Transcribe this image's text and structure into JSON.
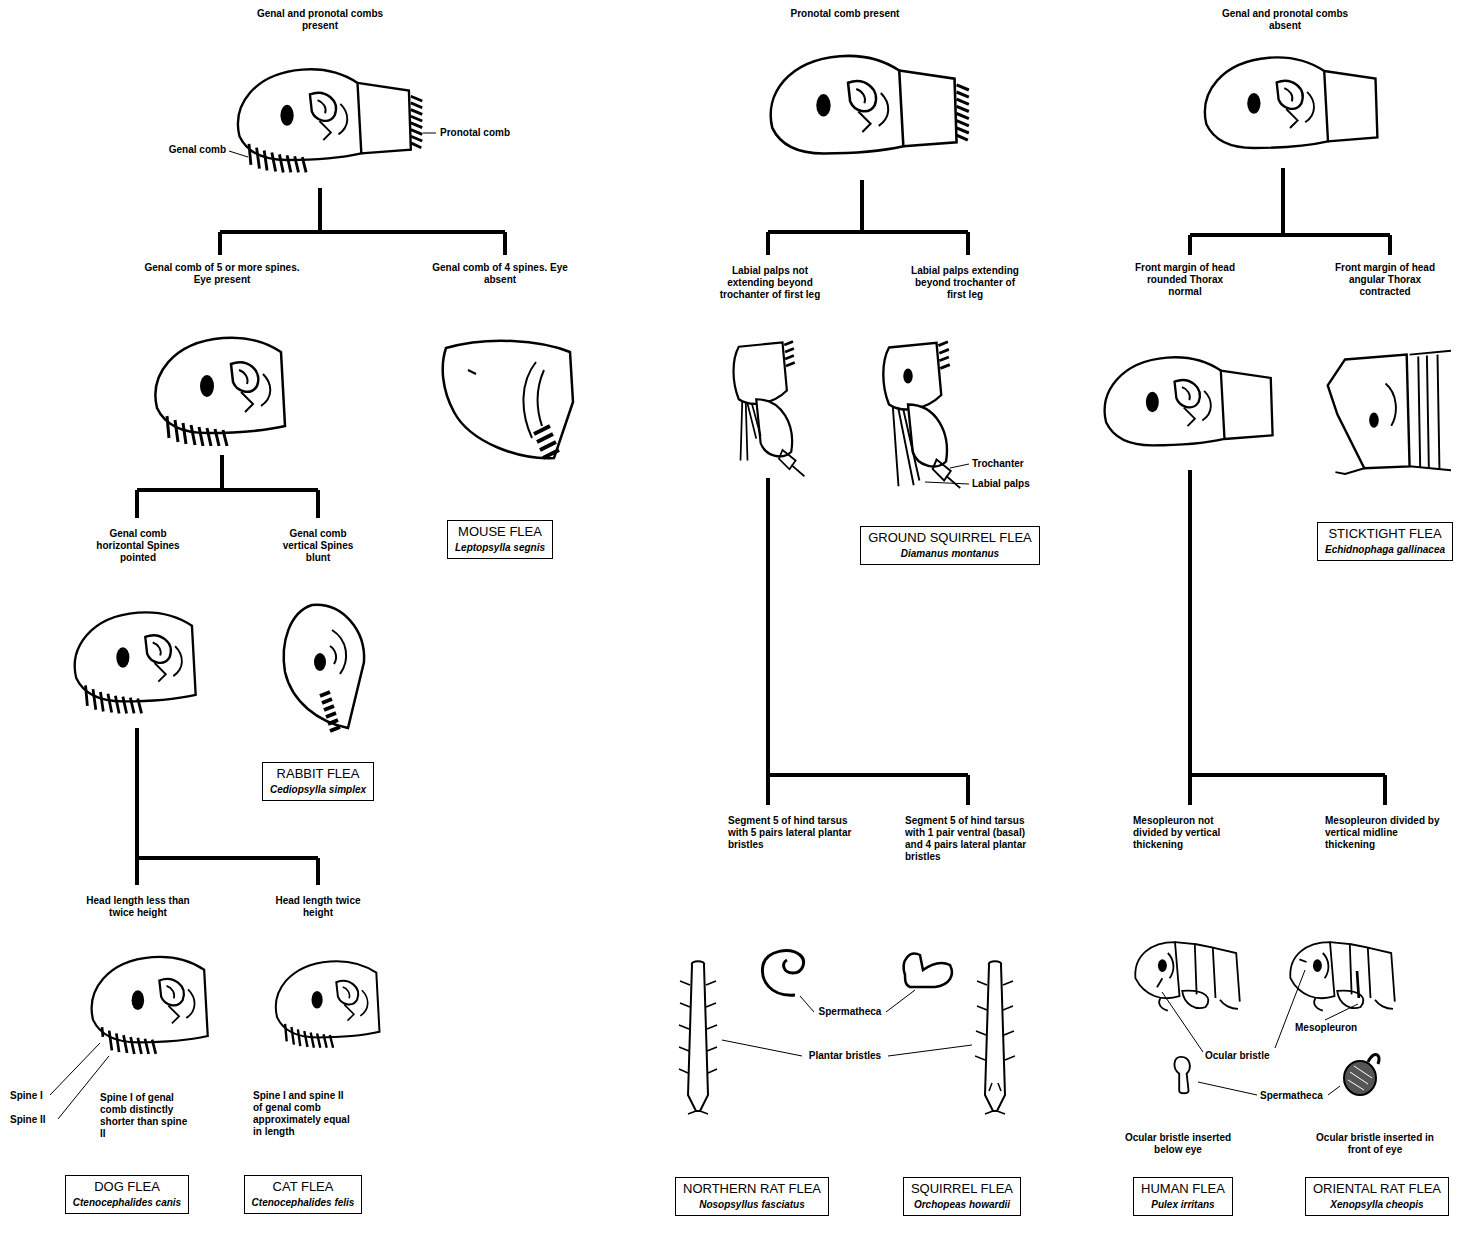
{
  "diagram": {
    "nodes": [
      {
        "text": [
          "MOUSE FLEA",
          "Leptopsylla segnis"
        ]
      },
      {
        "text": [
          "GROUND SQUIRREL FLEA",
          "Diamanus montanus"
        ]
      },
      {
        "text": [
          "STICKTIGHT FLEA",
          "Echidnophaga gallinacea"
        ]
      },
      {
        "text": [
          "RABBIT FLEA",
          "Cediopsylla simplex"
        ]
      },
      {
        "text": [
          "DOG FLEA",
          "Ctenocephalides canis"
        ]
      },
      {
        "text": [
          "CAT FLEA",
          "Ctenocephalides felis"
        ]
      },
      {
        "text": [
          "NORTHERN RAT FLEA",
          "Nosopsyllus fasciatus"
        ]
      },
      {
        "text": [
          "SQUIRREL FLEA",
          "Orchopeas howardii"
        ]
      },
      {
        "text": [
          "HUMAN FLEA",
          "Pulex irritans"
        ]
      },
      {
        "text": [
          "ORIENTAL RAT FLEA",
          "Xenopsylla cheopis"
        ]
      }
    ],
    "labels": [
      "Genal and pronotal combs present",
      "Pronotal comb present",
      "Genal and pronotal combs absent",
      "Genal comb",
      "Pronotal comb",
      "Genal comb of 5 or more spines. Eye present",
      "Genal comb of 4 spines. Eye absent",
      "Genal comb horizontal Spines pointed",
      "Genal comb vertical Spines blunt",
      "Head length less than twice height",
      "Head length twice height",
      "Spine I",
      "Spine II",
      "Spine I of genal comb distinctly shorter than spine II",
      "Spine I and spine II of genal comb approximately equal in length",
      "Labial palps not extending beyond trochanter of first leg",
      "Labial palps extending beyond trochanter of first leg",
      "Trochanter",
      "Labial palps",
      "Segment 5 of hind tarsus with 5 pairs lateral plantar bristles",
      "Segment 5 of hind tarsus with 1 pair ventral (basal) and 4 pairs lateral plantar bristles",
      "Spermatheca",
      "Plantar bristles",
      "Front margin of head rounded Thorax normal",
      "Front margin of head angular Thorax contracted",
      "Mesopleuron not divided by vertical thickening",
      "Mesopleuron divided by vertical midline thickening",
      "Mesopleuron",
      "Ocular bristle",
      "Spermatheca",
      "Ocular bristle inserted below eye",
      "Ocular bristle inserted in front of eye"
    ]
  }
}
